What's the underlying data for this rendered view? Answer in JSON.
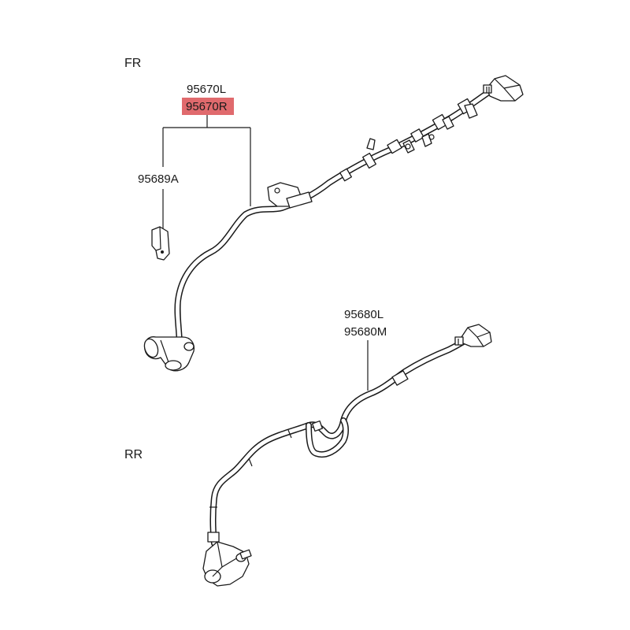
{
  "sections": {
    "front": "FR",
    "rear": "RR"
  },
  "front_sensor": {
    "part_left": "95670L",
    "part_right": "95670R",
    "bracket": "95689A",
    "highlight_color": "#e06a6d"
  },
  "rear_sensor": {
    "part_left": "95680L",
    "part_right": "95680M"
  }
}
